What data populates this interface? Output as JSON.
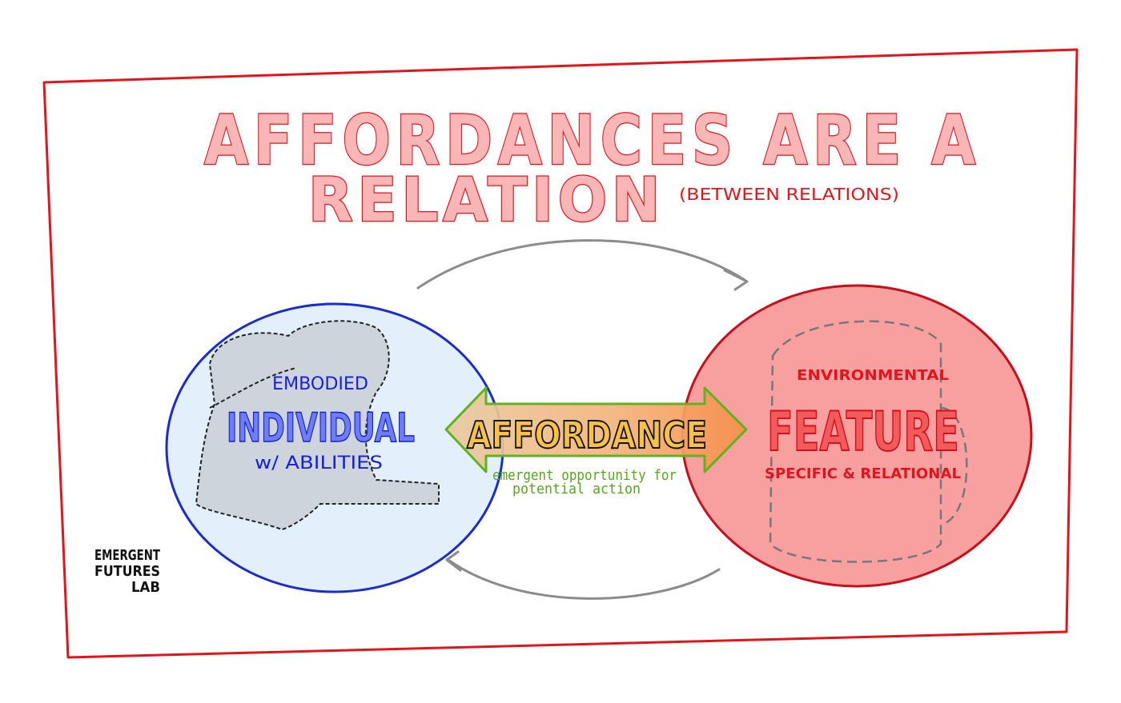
{
  "title": {
    "line1": "AFFORDANCES ARE A",
    "line2": "RELATION",
    "note": "(BETWEEN RELATIONS)"
  },
  "individual": {
    "top": "EMBODIED",
    "main": "INDIVIDUAL",
    "bottom": "w/ ABILITIES"
  },
  "feature": {
    "top": "ENVIRONMENTAL",
    "main": "FEATURE",
    "bottom": "SPECIFIC & RELATIONAL"
  },
  "affordance": {
    "label": "AFFORDANCE",
    "caption_line1": "emergent opportunity for",
    "caption_line2": "potential action"
  },
  "logo": {
    "line1": "EMERGENT",
    "line2": "FUTURES",
    "line3": "LAB"
  },
  "colors": {
    "frame": "#e4141b",
    "individual_fill": "#e3effb",
    "individual_stroke": "#1a2bd0",
    "feature_fill": "#f8a0a0",
    "feature_stroke": "#c8101a",
    "arrow_gray": "#8c8c8c",
    "affordance_outline": "#5fb31d"
  }
}
